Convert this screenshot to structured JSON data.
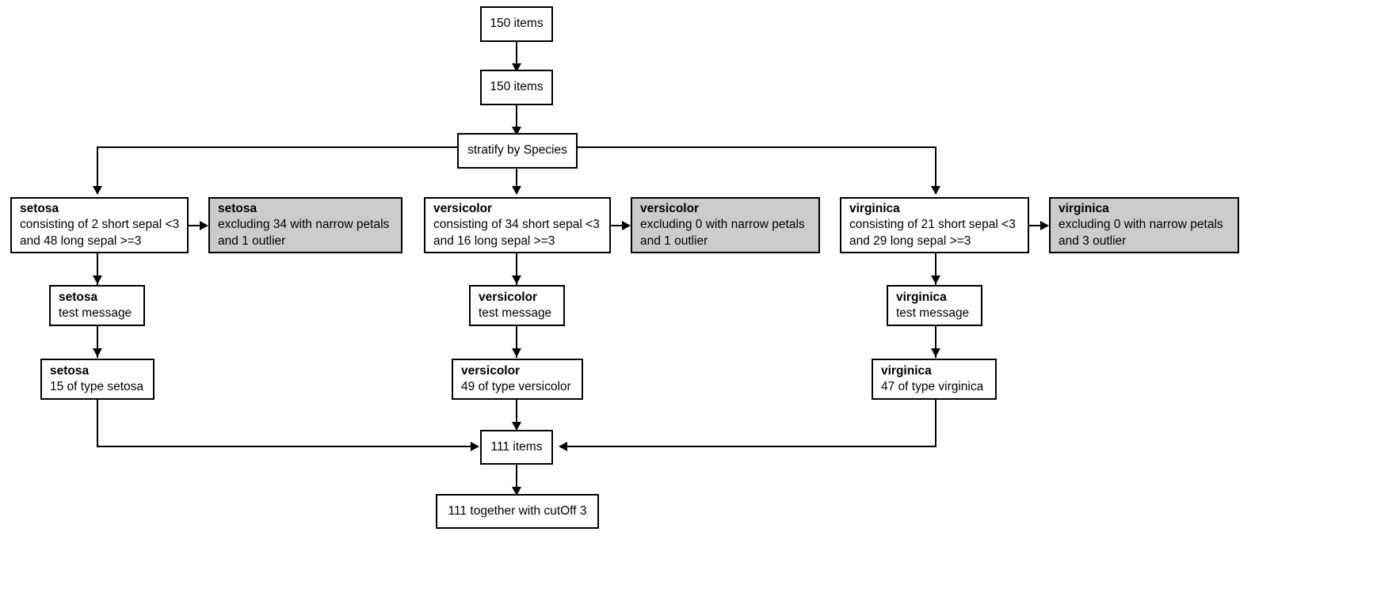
{
  "diagram": {
    "type": "flowchart",
    "title": "",
    "style": {
      "box_fill_main": "#ffffff",
      "box_fill_excluded": "#cccccc",
      "border": "#000000",
      "text": "#000000"
    }
  },
  "nodes": {
    "total_start": {
      "label": "150 items"
    },
    "total_second": {
      "label": "150 items"
    },
    "stratify": {
      "label": "stratify by Species"
    },
    "setosa_main": {
      "title": "setosa",
      "line1": "consisting of 2 short sepal <3",
      "line2": "and 48 long sepal >=3"
    },
    "setosa_excluded": {
      "title": "setosa",
      "line1": "excluding 34 with narrow petals",
      "line2": "and 1 outlier"
    },
    "versicolor_main": {
      "title": "versicolor",
      "line1": "consisting of 34 short sepal <3",
      "line2": "and 16 long sepal >=3"
    },
    "versicolor_excluded": {
      "title": "versicolor",
      "line1": "excluding 0 with narrow petals",
      "line2": "and 1 outlier"
    },
    "virginica_main": {
      "title": "virginica",
      "line1": "consisting of 21 short sepal <3",
      "line2": "and 29 long sepal >=3"
    },
    "virginica_excluded": {
      "title": "virginica",
      "line1": "excluding 0 with narrow petals",
      "line2": "and 3 outlier"
    },
    "setosa_test": {
      "title": "setosa",
      "line1": "test message"
    },
    "versicolor_test": {
      "title": "versicolor",
      "line1": "test message"
    },
    "virginica_test": {
      "title": "virginica",
      "line1": "test message"
    },
    "setosa_count": {
      "title": "setosa",
      "line1": "15 of type setosa"
    },
    "versicolor_count": {
      "title": "versicolor",
      "line1": "49 of type versicolor"
    },
    "virginica_count": {
      "title": "virginica",
      "line1": "47 of type virginica"
    },
    "total_end": {
      "label": "111 items"
    },
    "total_cutoff": {
      "label": "111 together with cutOff 3"
    }
  }
}
